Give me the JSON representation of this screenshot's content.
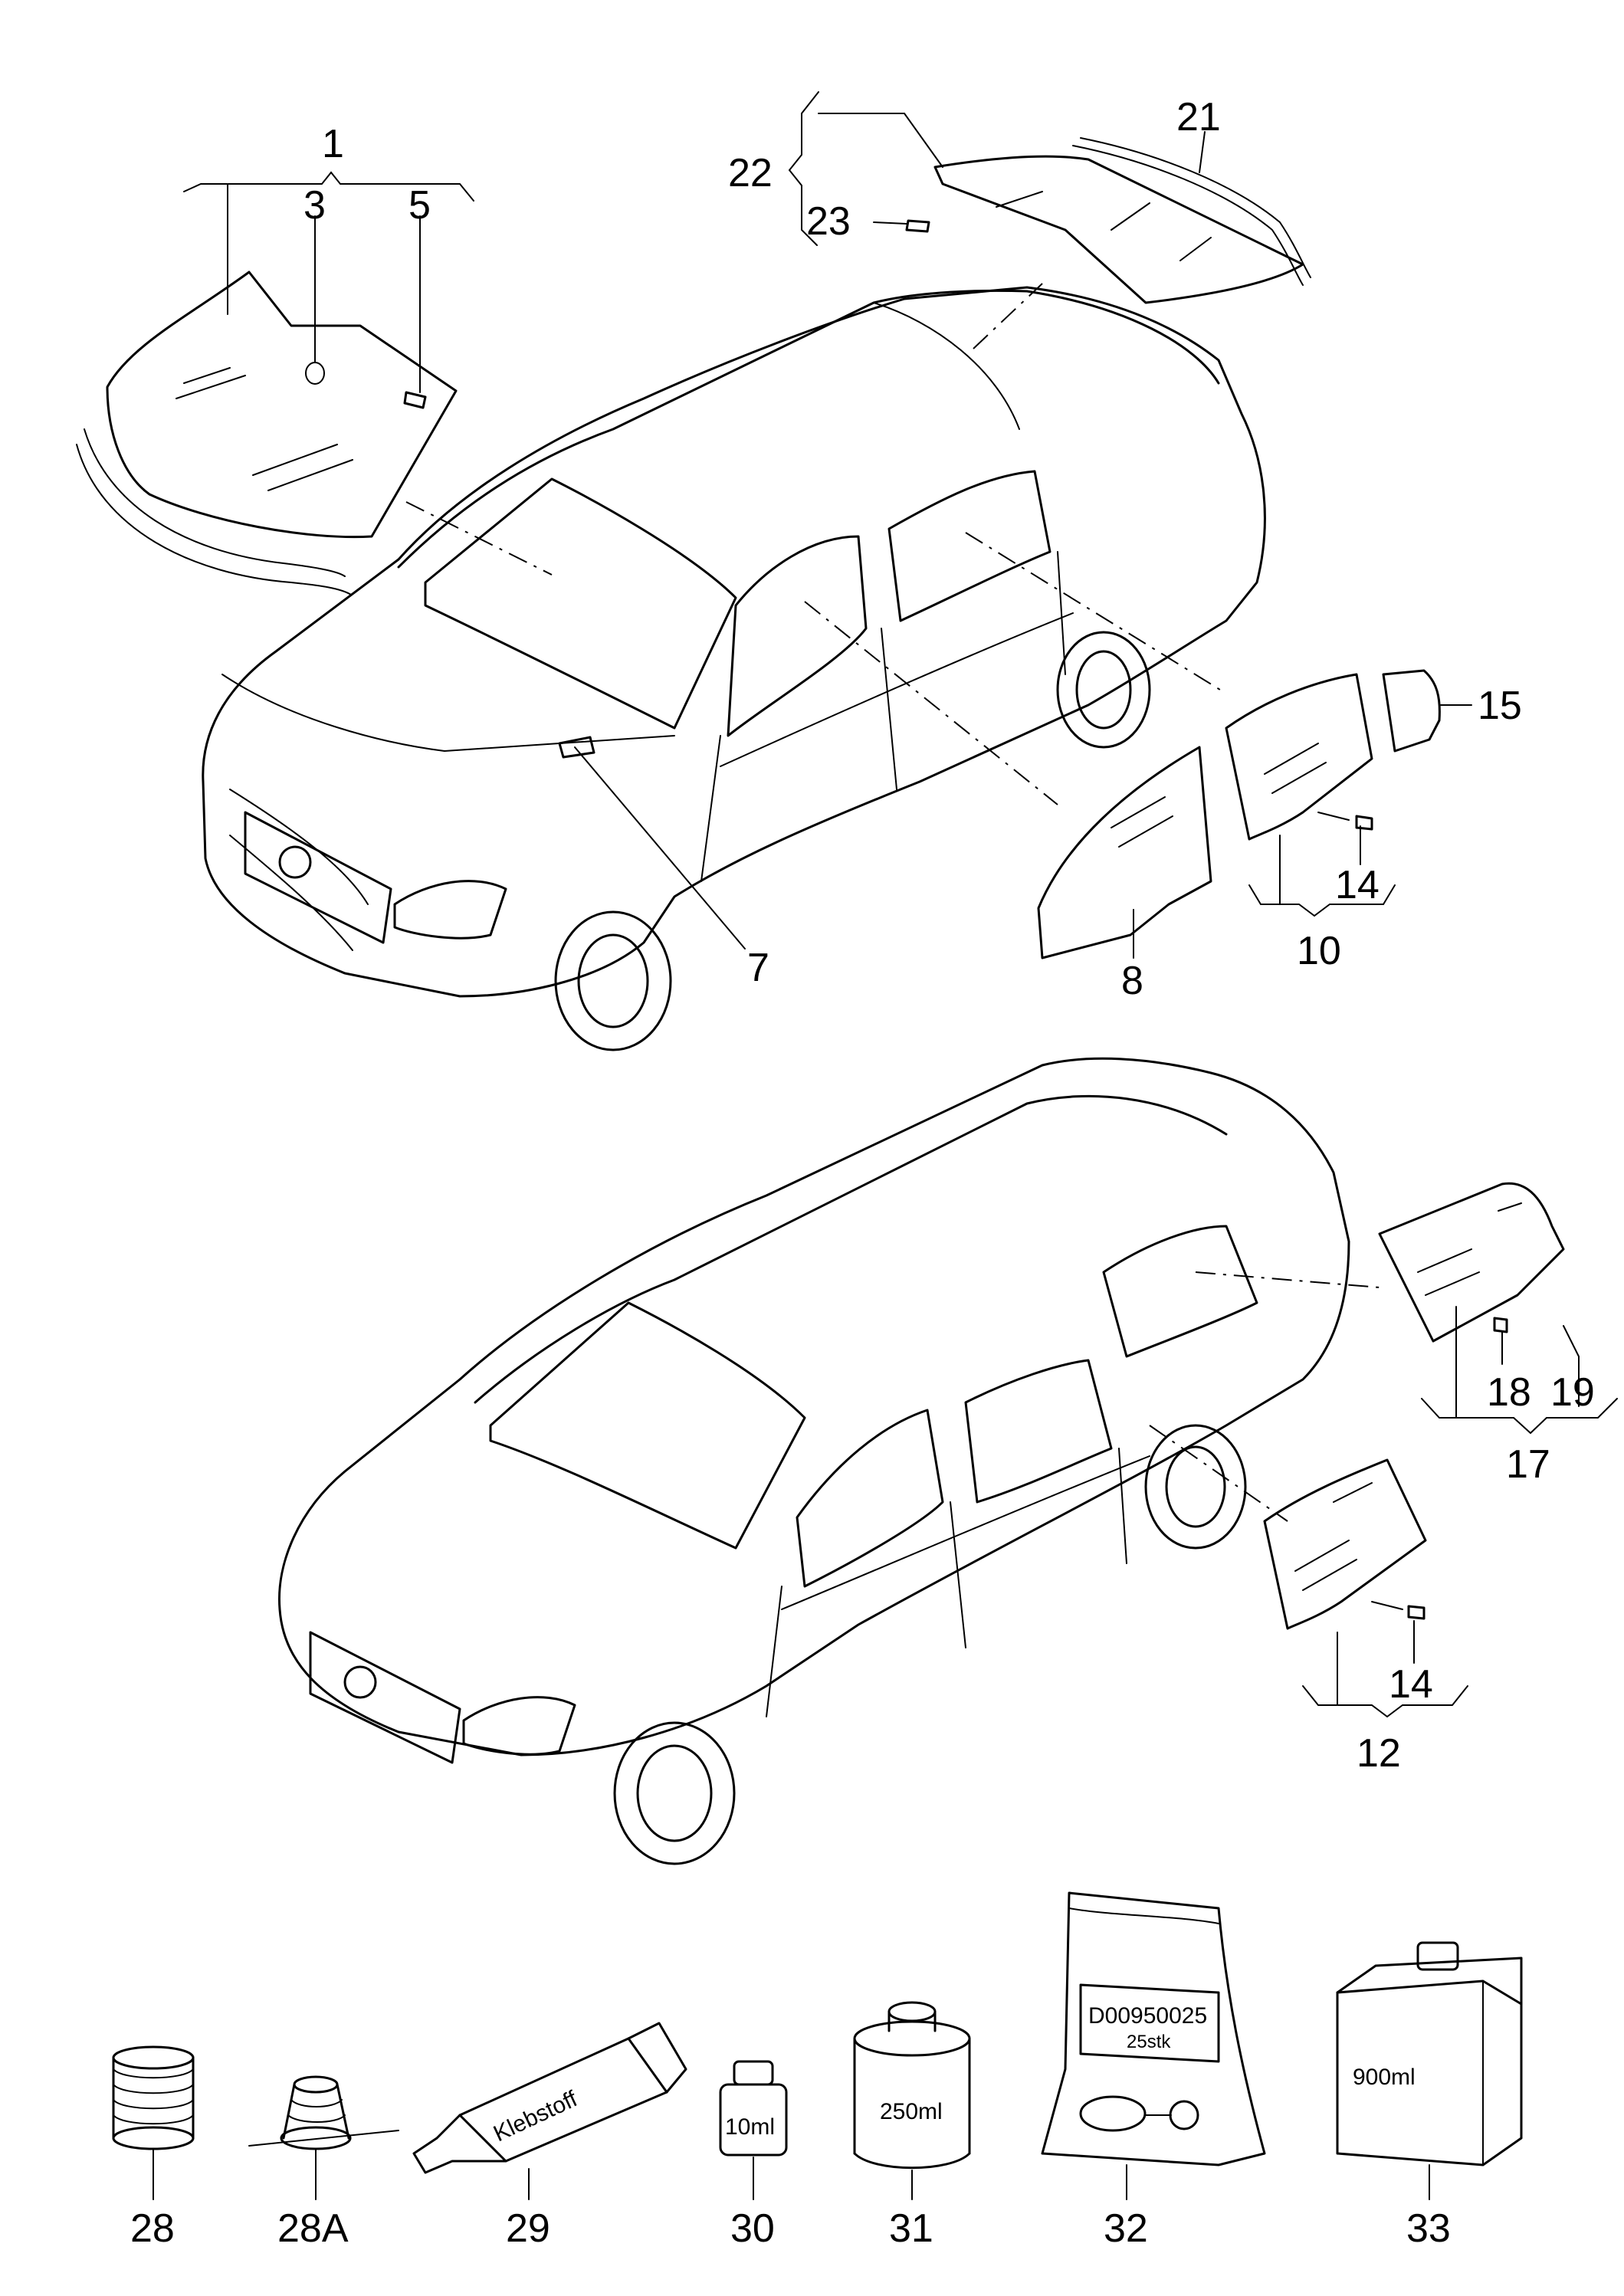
{
  "labels": {
    "l1": "1",
    "l3": "3",
    "l5": "5",
    "l7": "7",
    "l8": "8",
    "l10": "10",
    "l12": "12",
    "l14a": "14",
    "l14b": "14",
    "l15": "15",
    "l17": "17",
    "l18": "18",
    "l19": "19",
    "l21": "21",
    "l22": "22",
    "l23": "23",
    "l28": "28",
    "l28a": "28A",
    "l29": "29",
    "l30": "30",
    "l31": "31",
    "l32": "32",
    "l33": "33"
  },
  "packaging": {
    "tube_text": "Klebstoff",
    "bottle_small": "10ml",
    "can_text": "250ml",
    "bag_code": "D00950025",
    "bag_qty": "25stk",
    "box_text": "900ml"
  }
}
